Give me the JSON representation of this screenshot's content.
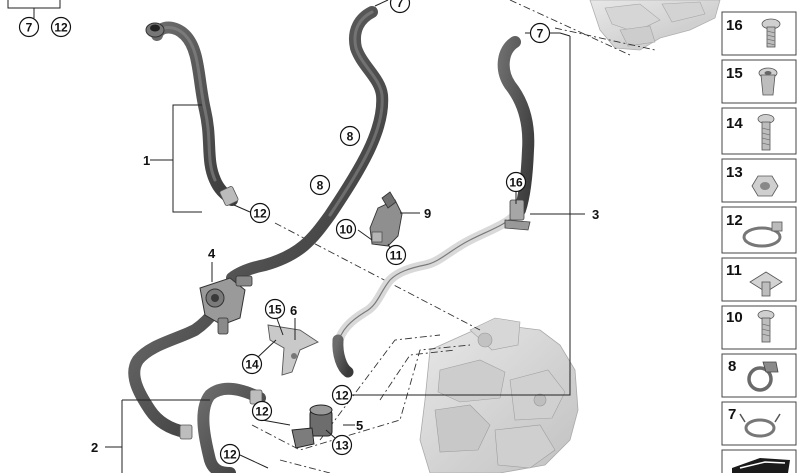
{
  "diagram": {
    "top_callouts": [
      "7",
      "12"
    ],
    "labels": {
      "l1": "1",
      "l2": "2",
      "l3": "3",
      "l4": "4",
      "l5": "5",
      "l6": "6",
      "l9": "9"
    },
    "callouts": {
      "c7_top": "7",
      "c7_right": "7",
      "c8_upper": "8",
      "c8_lower": "8",
      "c10": "10",
      "c11": "11",
      "c12_hose1": "12",
      "c12_hose3": "12",
      "c12_mid": "12",
      "c12_bottom": "12",
      "c13": "13",
      "c14": "14",
      "c15": "15",
      "c16": "16"
    },
    "parts_sidebar": [
      {
        "number": "16",
        "icon": "torx-screw-icon"
      },
      {
        "number": "15",
        "icon": "expansion-nut-icon"
      },
      {
        "number": "14",
        "icon": "torx-bolt-icon"
      },
      {
        "number": "13",
        "icon": "hex-collar-nut-icon"
      },
      {
        "number": "12",
        "icon": "hose-clamp-icon"
      },
      {
        "number": "11",
        "icon": "clip-nut-icon"
      },
      {
        "number": "10",
        "icon": "torx-bolt-short-icon"
      },
      {
        "number": "8",
        "icon": "hose-holder-clip-icon"
      },
      {
        "number": "7",
        "icon": "spring-band-clamp-icon"
      }
    ]
  }
}
